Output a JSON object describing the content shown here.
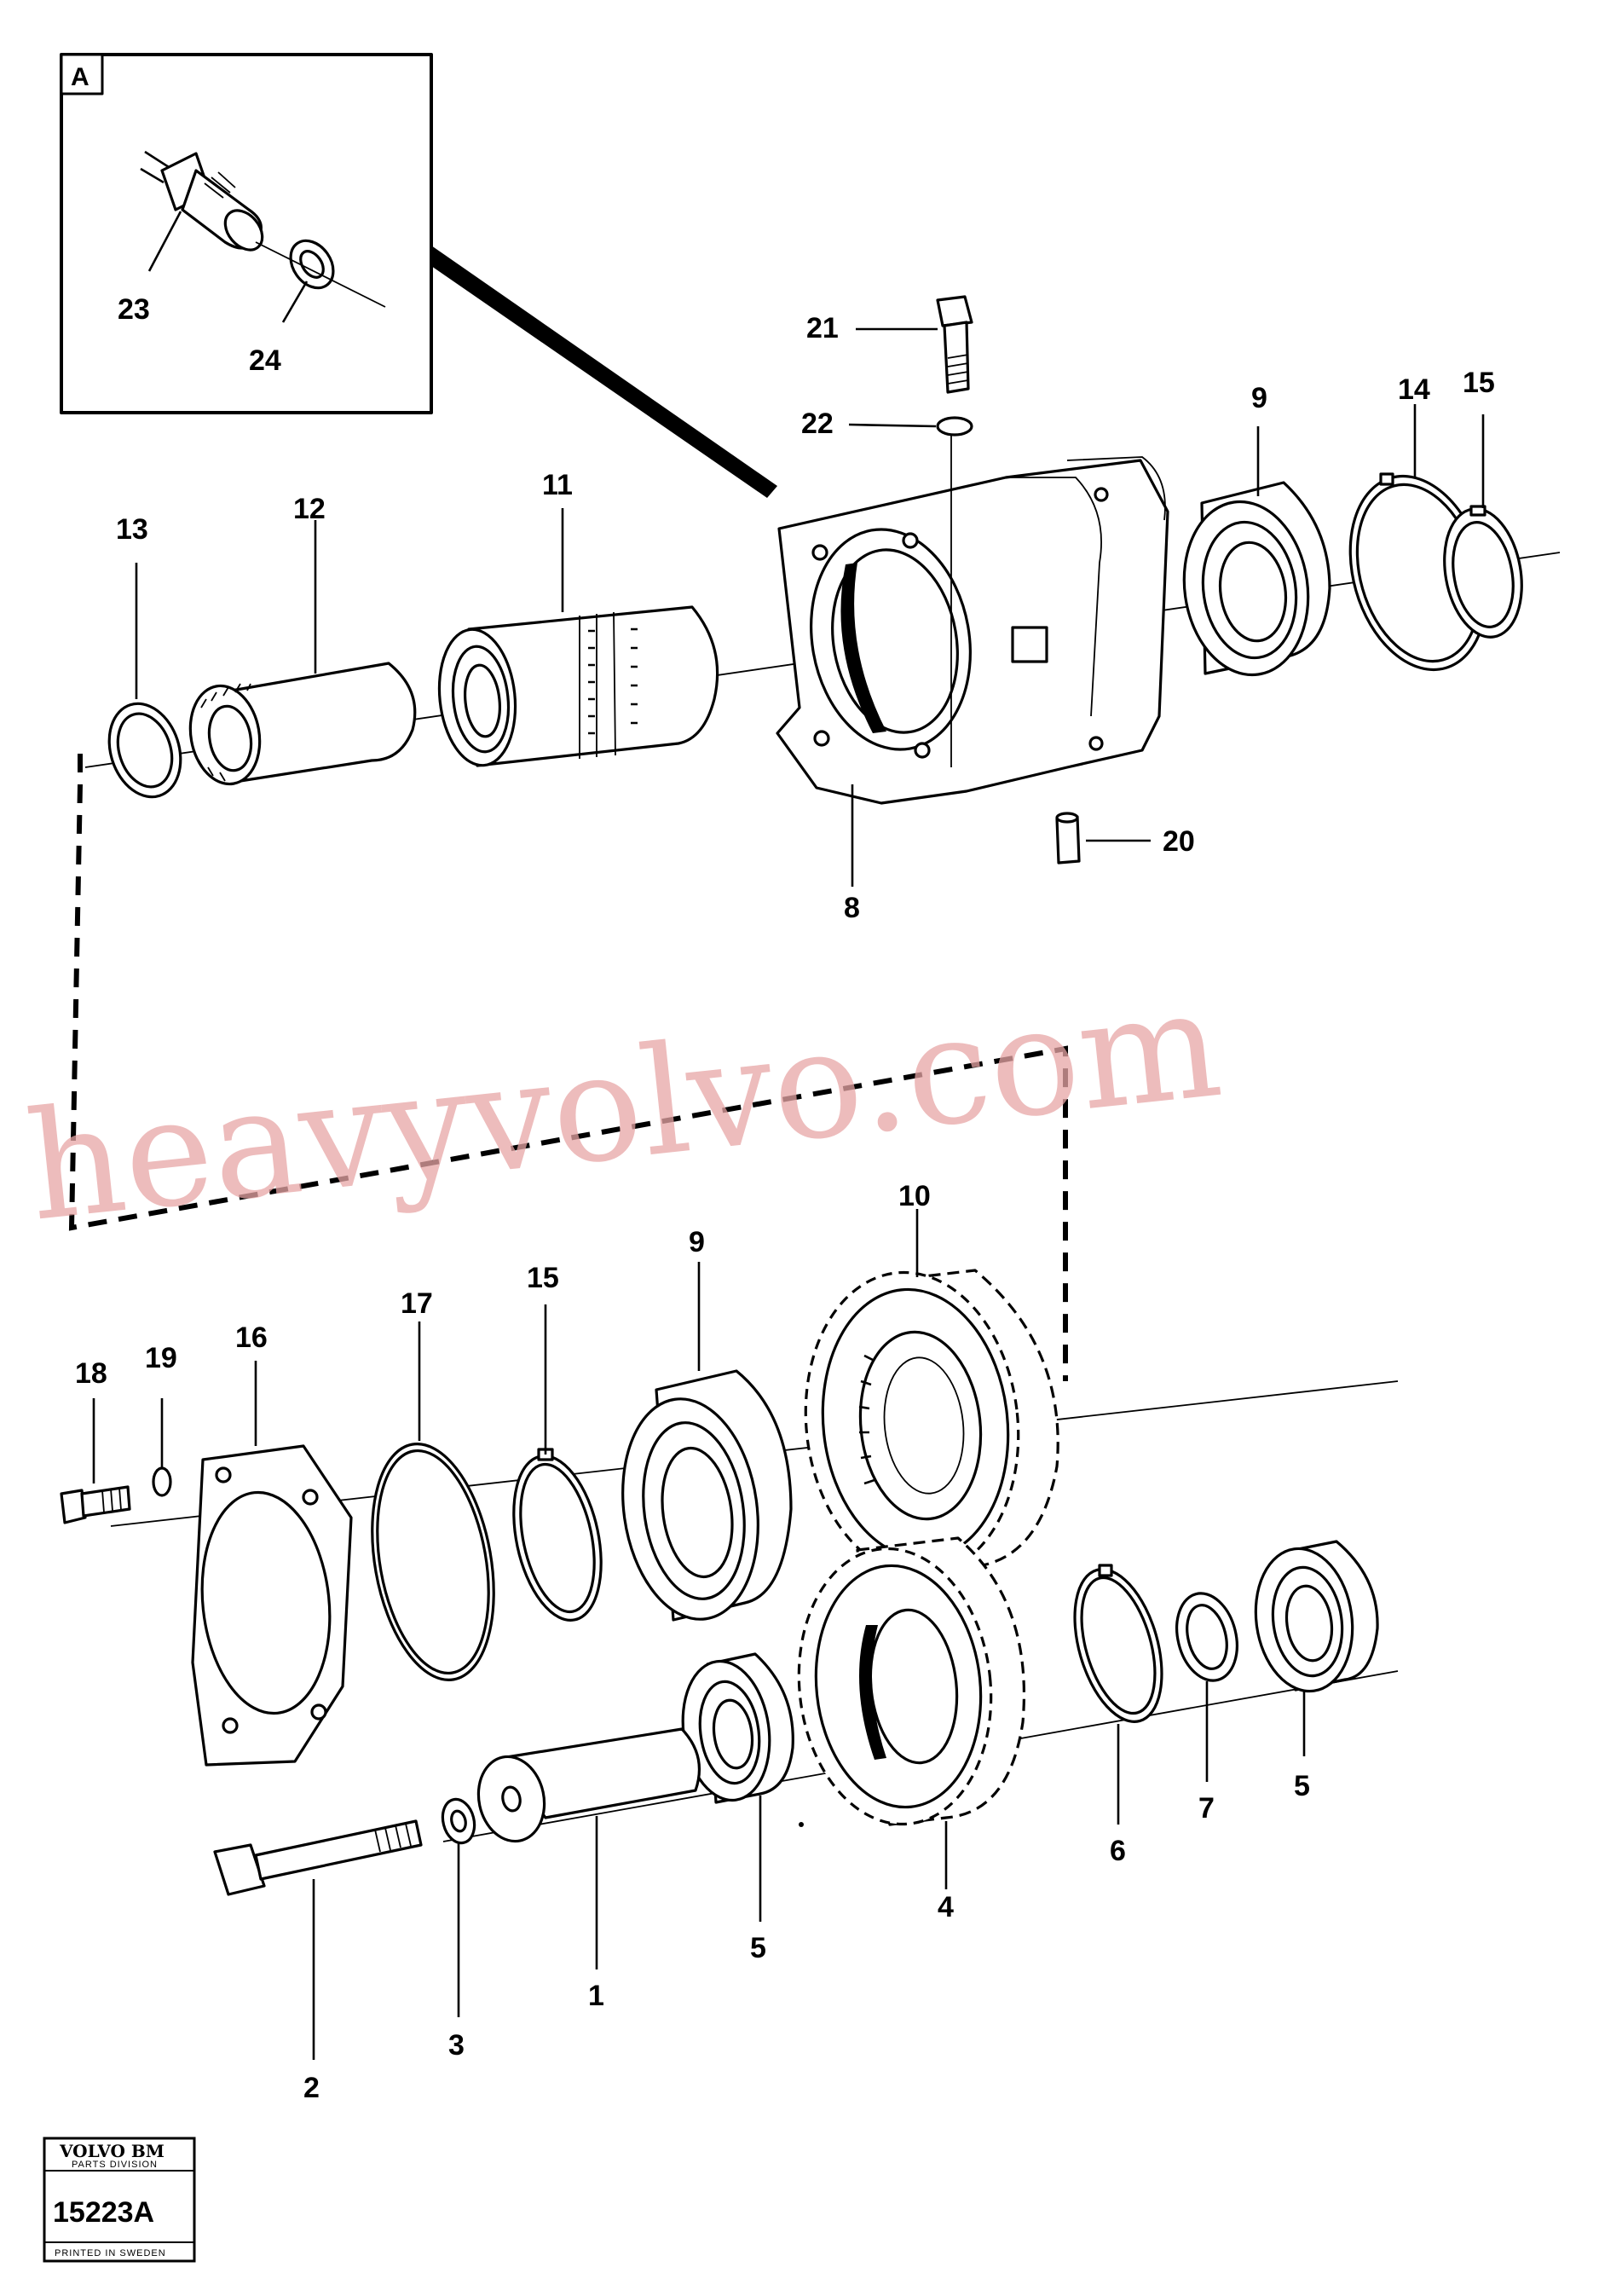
{
  "inset": {
    "letter": "A"
  },
  "callouts": {
    "c1": "1",
    "c2": "2",
    "c3": "3",
    "c4": "4",
    "c5a": "5",
    "c5b": "5",
    "c6": "6",
    "c7": "7",
    "c8": "8",
    "c9a": "9",
    "c9b": "9",
    "c10": "10",
    "c11": "11",
    "c12": "12",
    "c13": "13",
    "c14": "14",
    "c15a": "15",
    "c15b": "15",
    "c16": "16",
    "c17": "17",
    "c18": "18",
    "c19": "19",
    "c20": "20",
    "c21": "21",
    "c22": "22",
    "c23": "23",
    "c24": "24"
  },
  "watermark": "heavyvolvo.com",
  "stamp": {
    "brand": "VOLVO BM",
    "division": "PARTS DIVISION",
    "code": "15223A",
    "footer": "PRINTED IN SWEDEN"
  },
  "colors": {
    "ink": "#000000",
    "watermark": "#e8a6a6",
    "paper": "#ffffff"
  }
}
